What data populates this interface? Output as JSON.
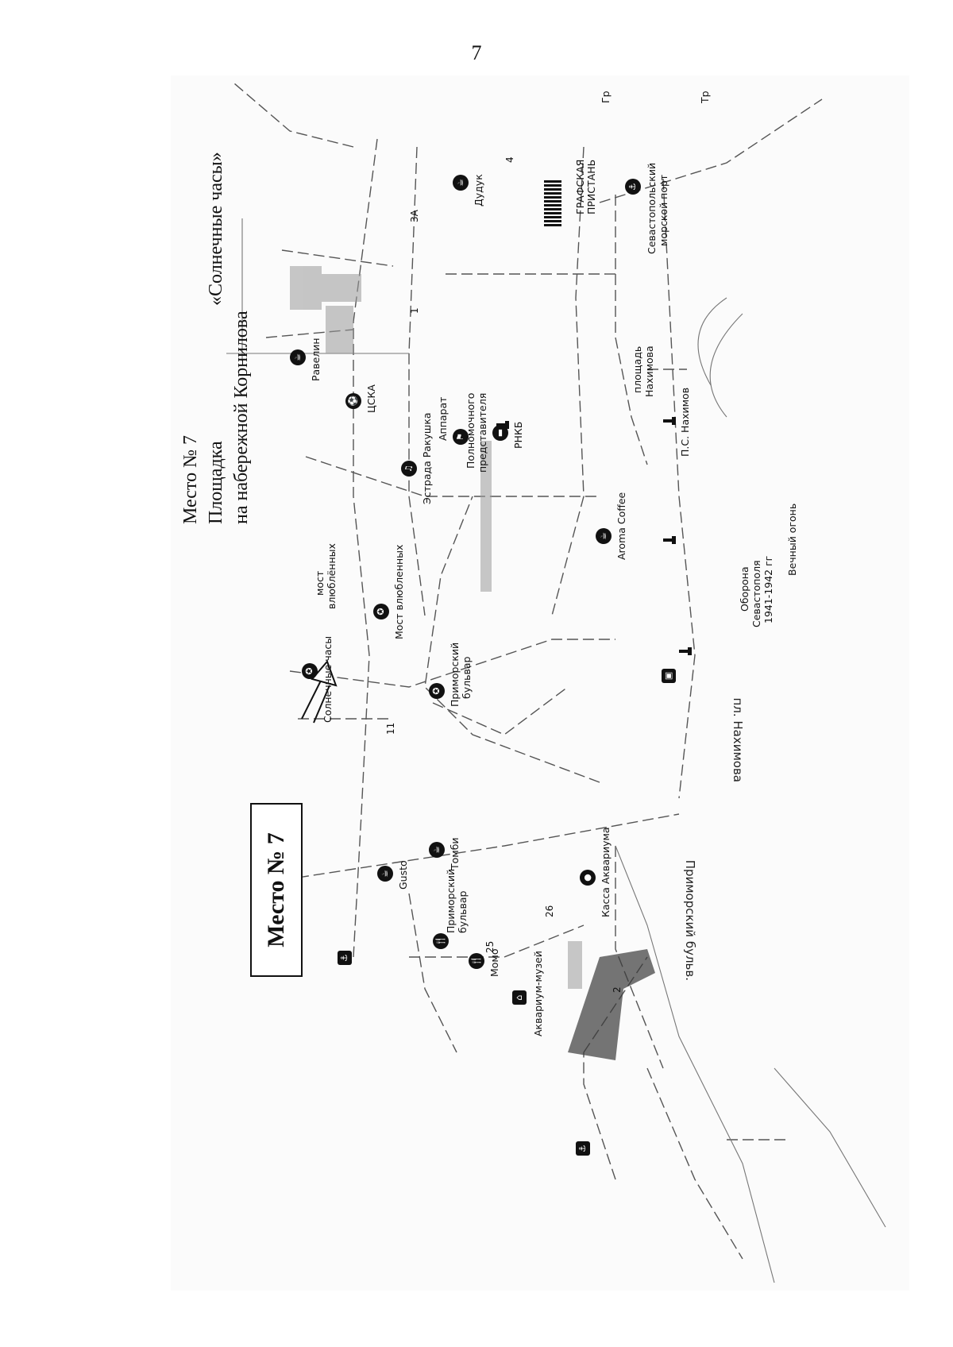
{
  "page_number": "7",
  "caption": {
    "line1": "Место № 7",
    "line2_left": "Площадка",
    "line2_right": "«Солнечные часы»",
    "line3": "на набережной Корнилова"
  },
  "callout": "Место № 7",
  "map": {
    "pois": {
      "solnechnye_chasy": "Солнечные часы",
      "most_vlyublennykh_small_1": "мост",
      "most_vlyublennykh_small_2": "влюблённых",
      "most_vlyublennykh": "Мост влюбленных",
      "primorsky_bulvar_a_1": "Приморский",
      "primorsky_bulvar_a_2": "бульвар",
      "estrada_rakushka": "Эстрада Ракушка",
      "aroma_coffee": "Aroma Coffee",
      "ravelin": "Равелин",
      "cska": "ЦСКА",
      "apparat_1": "Аппарат",
      "apparat_2": "Полномочного",
      "apparat_3": "представителя",
      "rnkb": "РНКБ",
      "dudyk": "Дудук",
      "grafskaya_1": "ГРАФСКАЯ",
      "grafskaya_2": "ПРИСТАНЬ",
      "port_1": "Севастопольский",
      "port_2": "морской порт",
      "ploshchad_1": "площадь",
      "ploshchad_2": "Нахимова",
      "ps_nakhimov": "П.С. Нахимов",
      "oborona_1": "Оборона",
      "oborona_2": "Севастополя",
      "oborona_3": "1941-1942 гг",
      "vechny_ogon": "Вечный огонь",
      "tombi": "Томби",
      "gusto": "Gusto",
      "primorsky_bulvar_b_1": "Приморский",
      "primorsky_bulvar_b_2": "бульвар",
      "momo": "Момо",
      "akvarium_muzei": "Аквариум-музей",
      "kassa": "Касса Аквариума",
      "edge_g": "Гр",
      "edge_tr": "Тр"
    },
    "streets": {
      "nakhimova": "пл. Нахимова",
      "primorsky": "Приморский бульв."
    },
    "numbers": {
      "n11": "11",
      "n25": "25",
      "n26": "26",
      "n2": "2",
      "n1": "1",
      "n3a": "3А",
      "n4": "4"
    }
  }
}
